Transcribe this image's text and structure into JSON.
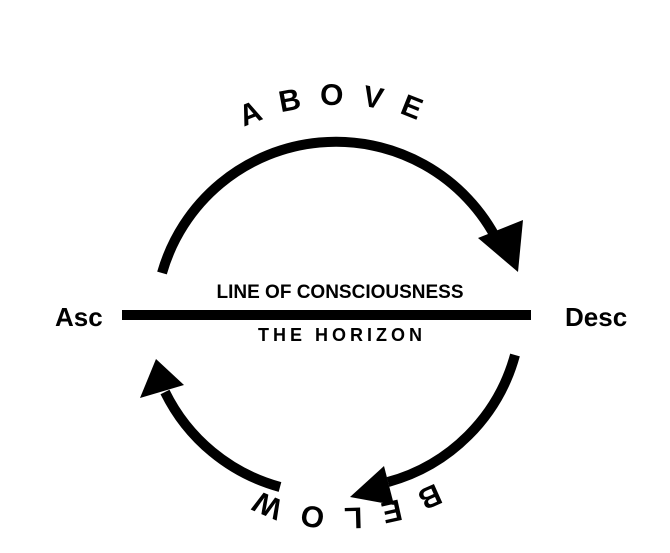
{
  "diagram": {
    "above": "ABOVE",
    "below": "BELOW",
    "asc": "Asc",
    "desc": "Desc",
    "line_top": "LINE OF CONSCIOUSNESS",
    "line_bottom": "THE HORIZON"
  },
  "colors": {
    "ink": "#000000",
    "background": "#ffffff"
  }
}
